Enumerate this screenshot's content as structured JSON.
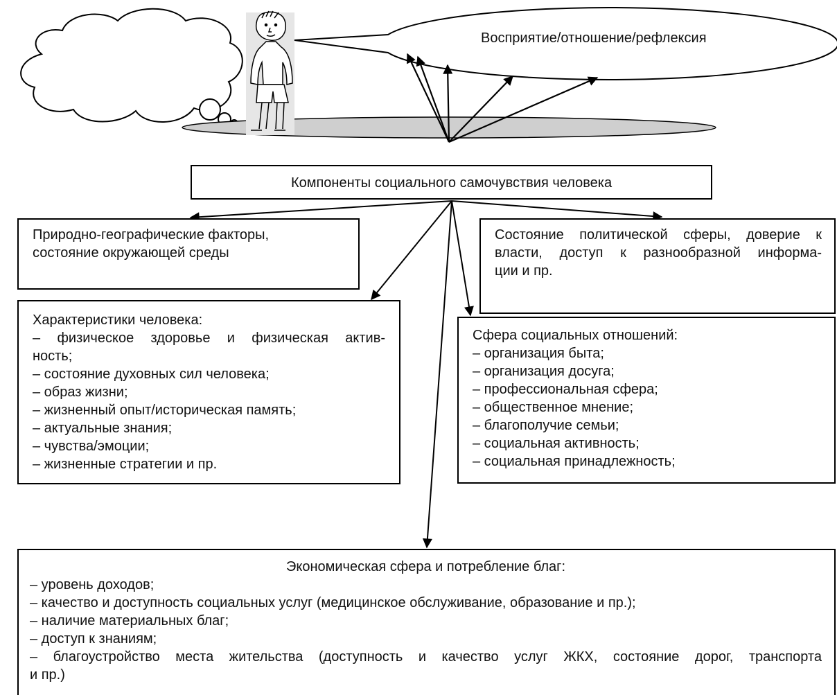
{
  "perception_label": "Восприятие/отношение/рефлексия",
  "central_box": "Компоненты социального самочувствия человека",
  "natural_box": {
    "lines": [
      "Природно-географические факторы,",
      "состояние окружающей среды"
    ]
  },
  "political_box": {
    "lines": [
      "Состояние политической сферы, доверие к",
      "власти, доступ к разнообразной информа-",
      "ции и пр."
    ]
  },
  "human_box": {
    "title": "Характеристики человека:",
    "items": [
      "– физическое здоровье и физическая актив-",
      "ность;",
      "– состояние духовных сил человека;",
      "– образ жизни;",
      "– жизненный опыт/историческая память;",
      "– актуальные знания;",
      "– чувства/эмоции;",
      "– жизненные стратегии и пр."
    ]
  },
  "social_box": {
    "title": "Сфера социальных отношений:",
    "items": [
      "– организация быта;",
      "– организация досуга;",
      "– профессиональная сфера;",
      "– общественное мнение;",
      "– благополучие семьи;",
      "– социальная активность;",
      "– социальная принадлежность;"
    ]
  },
  "economic_box": {
    "title": "Экономическая сфера и потребление благ:",
    "items": [
      "– уровень доходов;",
      "– качество и доступность социальных услуг (медицинское обслуживание, образование и пр.);",
      "– наличие материальных благ;",
      "– доступ к знаниям;",
      "– благоустройство места жительства (доступность и качество услуг ЖКХ, состояние дорог, транспорта",
      "и пр.)"
    ]
  },
  "colors": {
    "ground_fill": "#cfcfcf",
    "figure_bg": "#e6e6e6",
    "stroke": "#000000"
  }
}
